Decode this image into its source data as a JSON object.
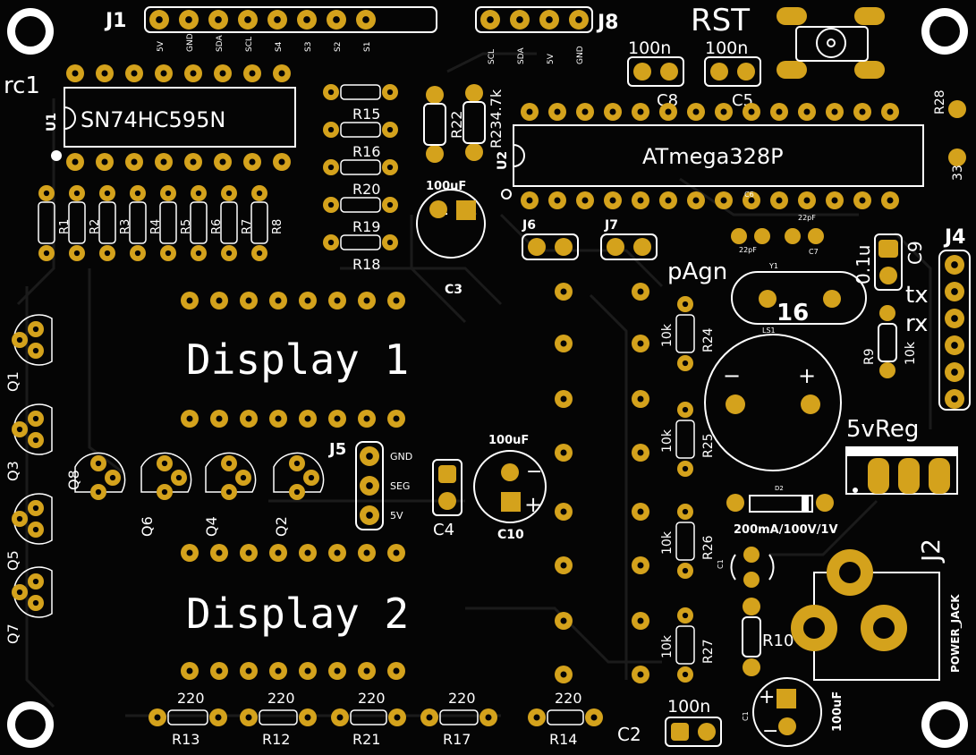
{
  "board": {
    "labels": {
      "j1": "J1",
      "j8": "J8",
      "rst": "RST",
      "rc1": "rc1",
      "u1": "U1",
      "u1_part": "SN74HC595N",
      "u2": "U2",
      "u2_part": "ATmega328P",
      "j4": "J4",
      "j5": "J5",
      "j6": "J6",
      "j7": "J7",
      "j2": "J2",
      "display1": "Display 1",
      "display2": "Display 2",
      "reg": "5vReg",
      "pagn": "pAgn",
      "sixteen": "16",
      "tx": "tx",
      "rx": "rx",
      "power_jack": "POWER_JACK",
      "diode_rating": "200mA/100V/1V",
      "ls1": "LS1",
      "y1": "Y1",
      "d2": "D2",
      "c1": "C1",
      "c2": "C2",
      "c3": "C3",
      "c4": "C4",
      "c5": "C5",
      "c6": "C6",
      "c7": "C7",
      "c8": "C8",
      "c9": "C9",
      "c10": "C10",
      "c9_val": "0.1u",
      "cap_100n": "100n",
      "cap_100uf": "100uF",
      "cap_22pf": "22pF",
      "r22_val": "R22",
      "r23_val": "R234.7k",
      "r28": "R28",
      "r28_val": "33",
      "r9": "R9",
      "r10": "R10",
      "r24": "R24",
      "r25": "R25",
      "r26": "R26",
      "r27": "R27",
      "val_10k": "10k",
      "val_220": "220",
      "q1": "Q1",
      "q2": "Q2",
      "q3": "Q3",
      "q4": "Q4",
      "q5": "Q5",
      "q6": "Q6",
      "q7": "Q7",
      "q8": "Q8"
    },
    "j1_pins": [
      "5V",
      "GND",
      "SDA",
      "SCL",
      "S4",
      "S3",
      "S2",
      "S1"
    ],
    "j8_pins": [
      "SCL",
      "SDA",
      "5V",
      "GND"
    ],
    "j5_pins": [
      "GND",
      "SEG",
      "5V"
    ],
    "resistor_column": [
      "R15",
      "R16",
      "R20",
      "R19",
      "R18"
    ],
    "resistor_row_top": [
      "R1",
      "R2",
      "R3",
      "R4",
      "R5",
      "R6",
      "R7",
      "R8"
    ],
    "resistor_row_bottom": [
      {
        "name": "R13",
        "value": "220"
      },
      {
        "name": "R12",
        "value": "220"
      },
      {
        "name": "R21",
        "value": "220"
      },
      {
        "name": "R17",
        "value": "220"
      },
      {
        "name": "R14",
        "value": "220"
      }
    ]
  },
  "colors": {
    "board": "#050505",
    "pad": "#d4a21c",
    "silkscreen": "#ffffff"
  }
}
